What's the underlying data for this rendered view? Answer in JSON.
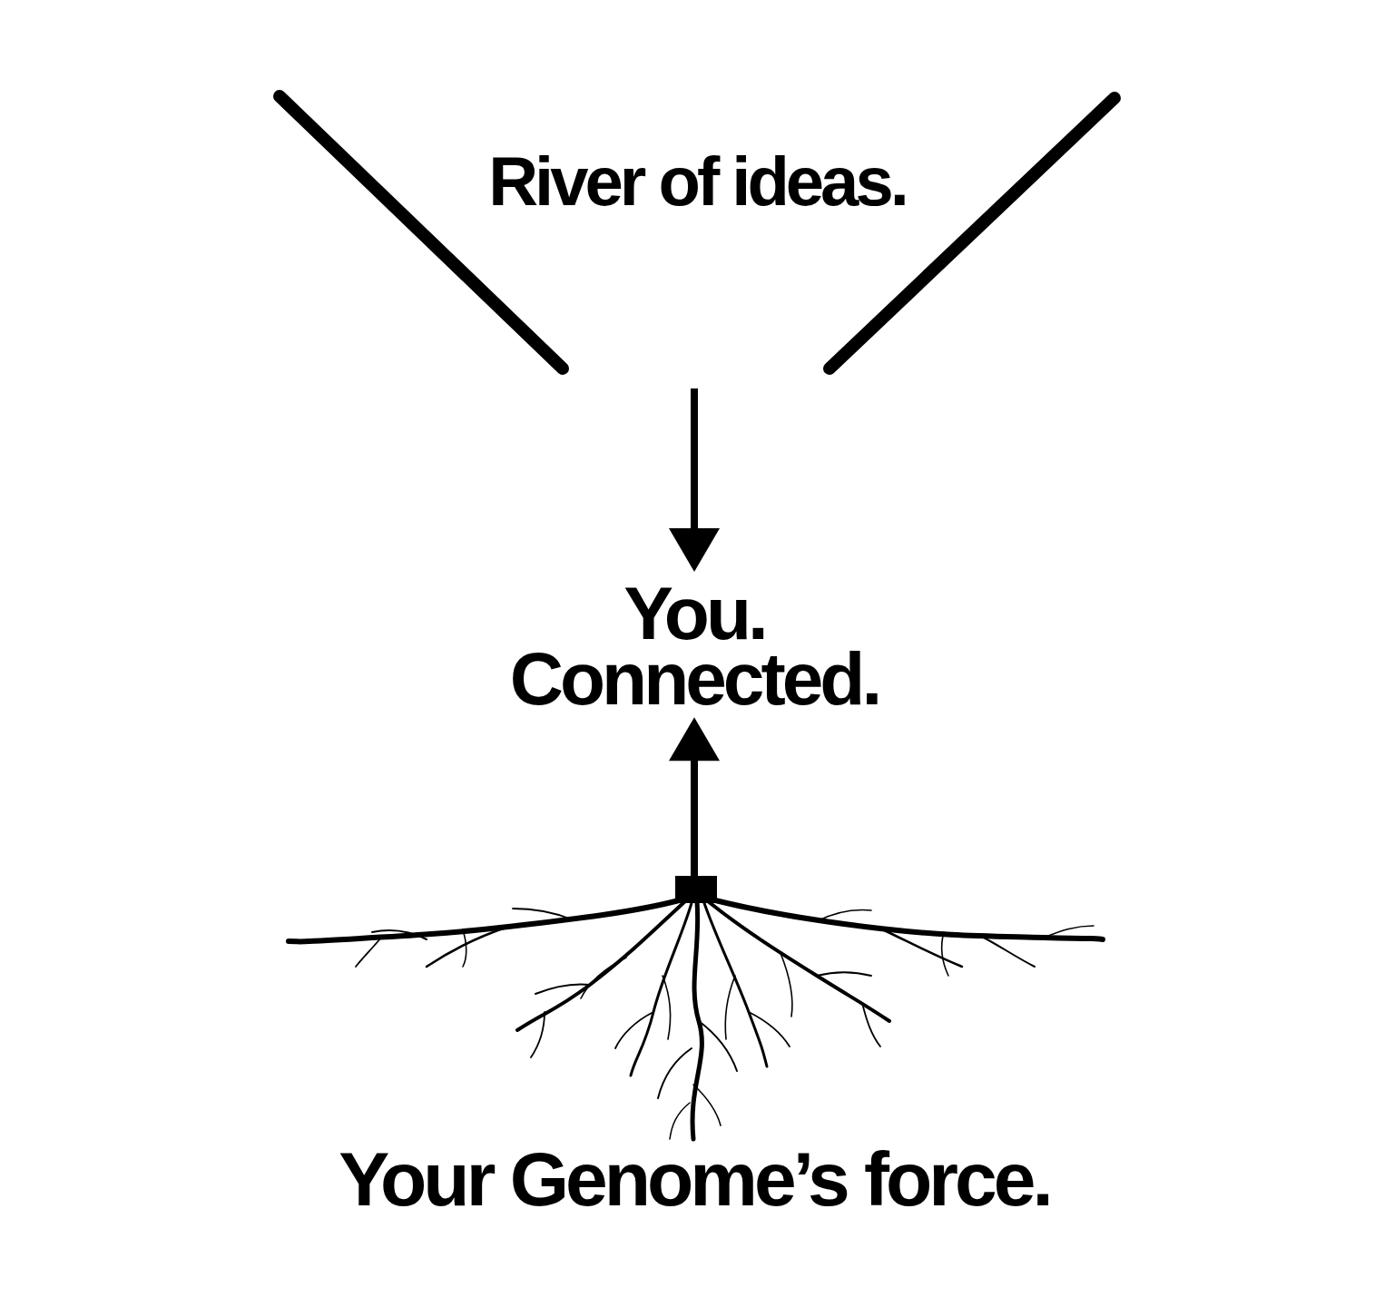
{
  "diagram": {
    "nodes": [
      {
        "text": [
          "River of ideas."
        ]
      },
      {
        "text": [
          "You. Connected."
        ]
      },
      {
        "text": [
          "Your Genome’s force."
        ]
      }
    ],
    "edges": [
      {
        "from": 0,
        "to": 1,
        "arrow": "to"
      },
      {
        "from": 2,
        "to": 1,
        "arrow": "to"
      }
    ]
  }
}
